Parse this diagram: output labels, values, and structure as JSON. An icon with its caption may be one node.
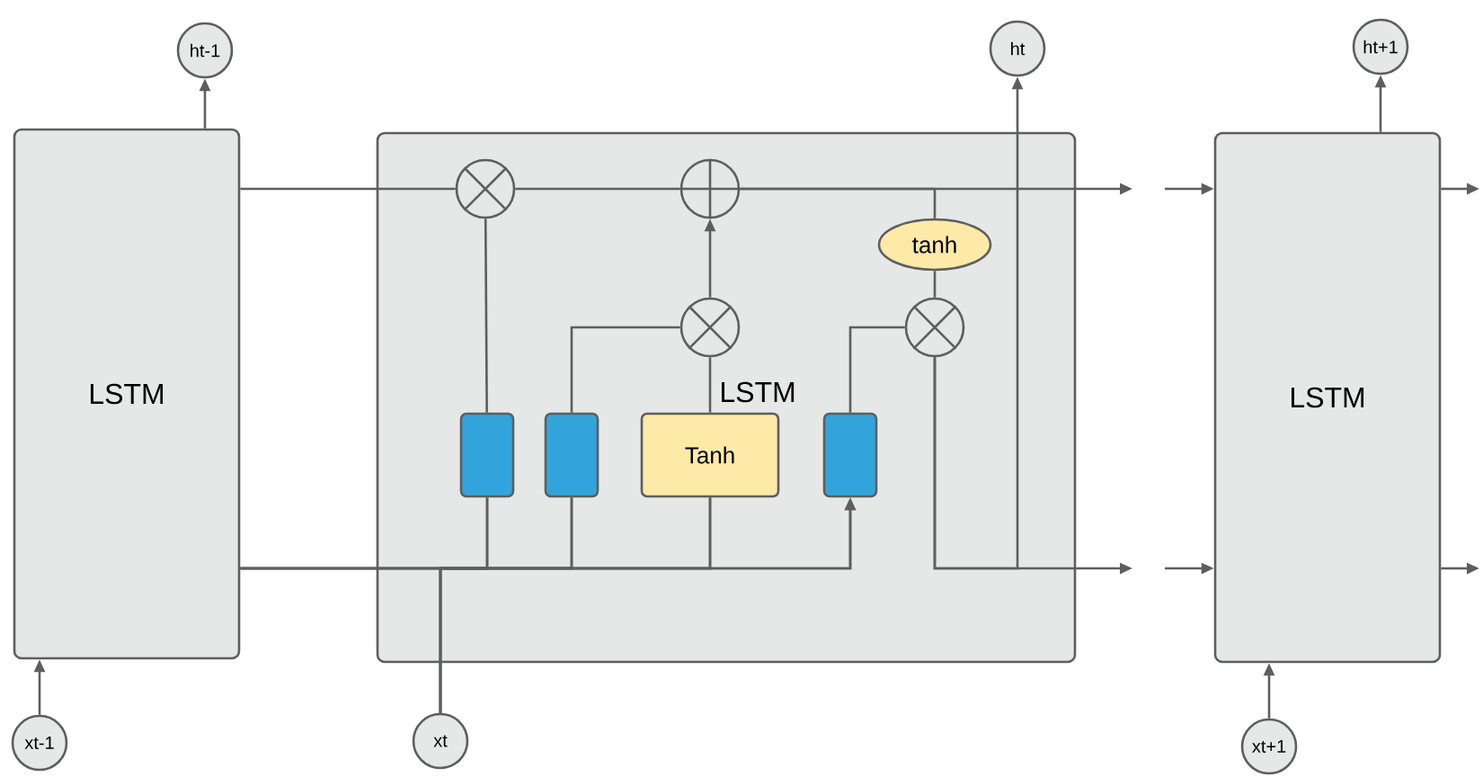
{
  "diagram": {
    "nodes": [
      {
        "text": [
          "LSTM"
        ]
      },
      {
        "text": [
          "ht-1"
        ]
      },
      {
        "text": [
          "xt-1"
        ]
      },
      {
        "text": [
          "LSTM"
        ]
      },
      {
        "text": [
          "ht"
        ]
      },
      {
        "text": [
          "xt"
        ]
      },
      {
        "text": [
          "LSTM"
        ]
      },
      {
        "text": [
          "ht+1"
        ]
      },
      {
        "text": [
          "xt+1"
        ]
      },
      {
        "text": [],
        "shape": "circle",
        "in": 3
      },
      {
        "text": [],
        "shape": "circle",
        "in": 3
      },
      {
        "text": [],
        "shape": "circle",
        "in": 3
      },
      {
        "text": [
          "tanh"
        ],
        "in": 3
      },
      {
        "text": [],
        "shape": "circle",
        "in": 3
      },
      {
        "text": [],
        "shape": "box",
        "in": 3
      },
      {
        "text": [],
        "shape": "box",
        "in": 3
      },
      {
        "text": [
          "Tanh"
        ],
        "in": 3
      },
      {
        "text": [],
        "shape": "box",
        "in": 3
      }
    ],
    "edges": [
      {
        "from": 0,
        "to": 9,
        "arrow": "none"
      },
      {
        "from": 9,
        "to": 10,
        "arrow": "none"
      },
      {
        "from": 10,
        "to": null,
        "arrow": "to"
      },
      {
        "from": null,
        "to": 6,
        "arrow": "to"
      },
      {
        "from": 6,
        "to": null,
        "arrow": "to"
      },
      {
        "from": 0,
        "to": 14,
        "arrow": "none"
      },
      {
        "from": 0,
        "to": 15,
        "arrow": "none"
      },
      {
        "from": 0,
        "to": 16,
        "arrow": "none"
      },
      {
        "from": 0,
        "to": 17,
        "arrow": "to"
      },
      {
        "from": 5,
        "to": 14,
        "arrow": "none"
      },
      {
        "from": 5,
        "to": 15,
        "arrow": "none"
      },
      {
        "from": 5,
        "to": 16,
        "arrow": "none"
      },
      {
        "from": 5,
        "to": 17,
        "arrow": "to"
      },
      {
        "from": 14,
        "to": 9,
        "arrow": "none"
      },
      {
        "from": 15,
        "to": 11,
        "arrow": "none"
      },
      {
        "from": 16,
        "to": 11,
        "arrow": "none"
      },
      {
        "from": 11,
        "to": 10,
        "arrow": "to"
      },
      {
        "from": 10,
        "to": 12,
        "arrow": "none"
      },
      {
        "from": 12,
        "to": 13,
        "arrow": "none"
      },
      {
        "from": 17,
        "to": 13,
        "arrow": "none"
      },
      {
        "from": 13,
        "to": null,
        "arrow": "to"
      },
      {
        "from": 13,
        "to": 4,
        "arrow": "to"
      },
      {
        "from": null,
        "to": 6,
        "arrow": "to"
      },
      {
        "from": 6,
        "to": null,
        "arrow": "to"
      },
      {
        "from": 0,
        "to": 1,
        "arrow": "to"
      },
      {
        "from": 2,
        "to": 0,
        "arrow": "to"
      },
      {
        "from": 6,
        "to": 7,
        "arrow": "to"
      },
      {
        "from": 8,
        "to": 6,
        "arrow": "to"
      }
    ]
  }
}
